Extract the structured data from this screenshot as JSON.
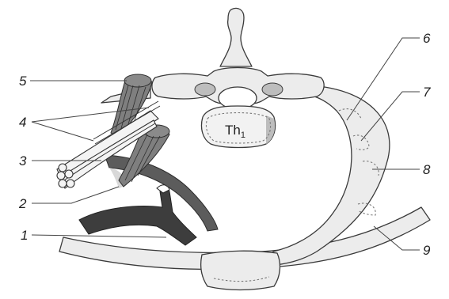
{
  "labels": {
    "vertebra": "Th",
    "vertebra_sub": "1",
    "n1": "1",
    "n2": "2",
    "n3": "3",
    "n4": "4",
    "n5": "5",
    "n6": "6",
    "n7": "7",
    "n8": "8",
    "n9": "9"
  }
}
